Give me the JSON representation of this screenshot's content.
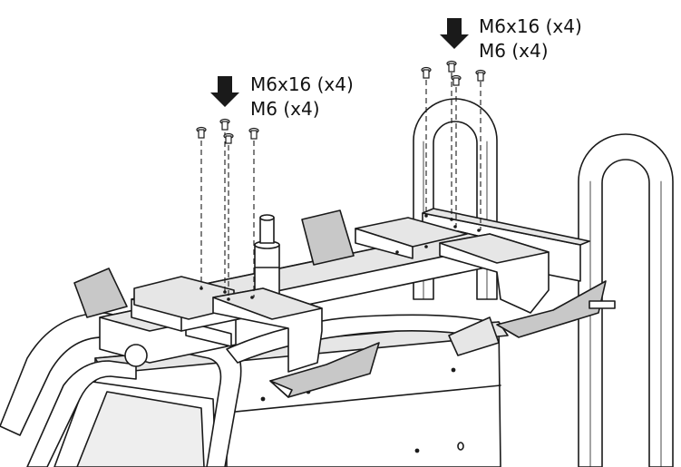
{
  "callouts": {
    "left": {
      "line1": "M6x16 (x4)",
      "line2": "M6 (x4)"
    },
    "right": {
      "line1": "M6x16 (x4)",
      "line2": "M6 (x4)"
    }
  },
  "colors": {
    "line": "#1a1a1a",
    "fill": "#ffffff",
    "shade": "#e6e6e6",
    "dark": "#c8c8c8"
  },
  "icons": [
    "down-arrow-icon",
    "bolt-icon",
    "washer-icon"
  ]
}
